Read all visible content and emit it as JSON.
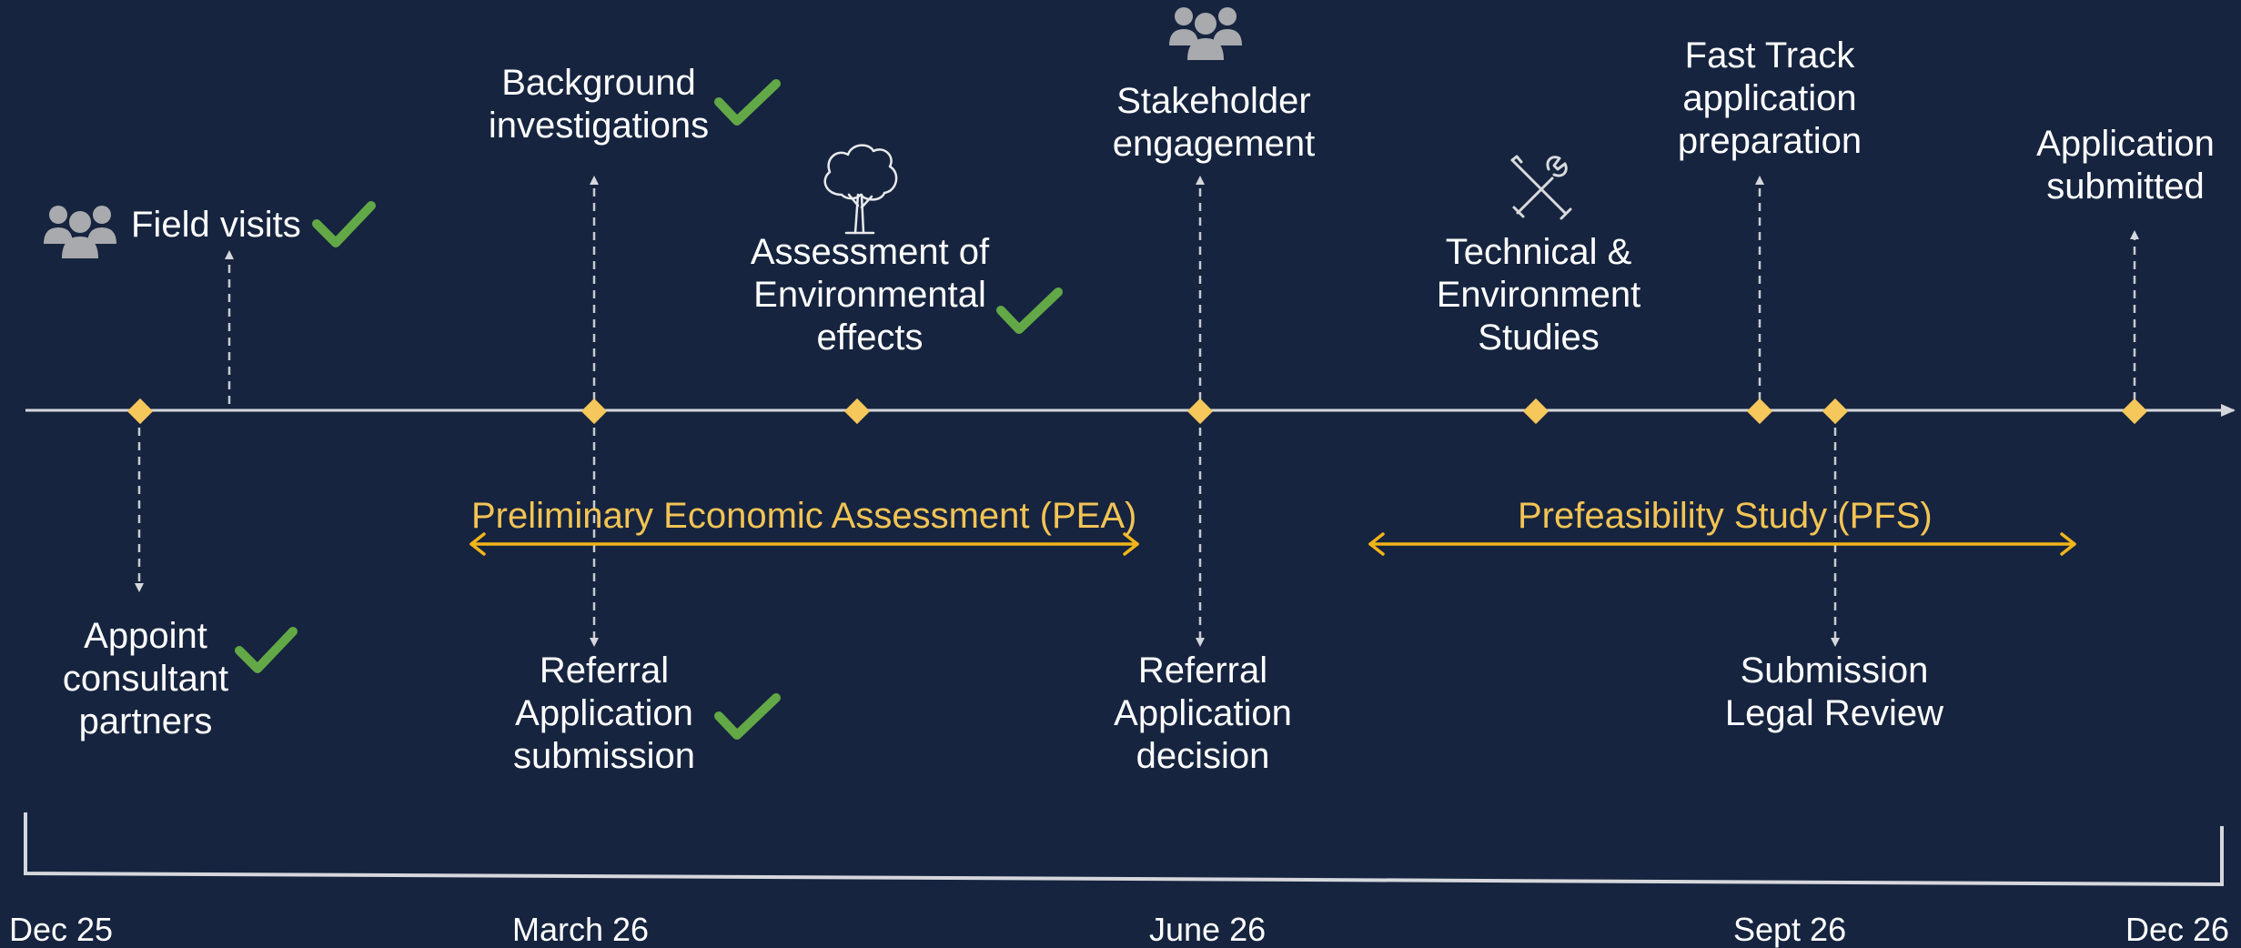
{
  "colors": {
    "background": "#16243f",
    "text": "#ffffff",
    "axis": "#d5d7dc",
    "milestone": "#f6c75a",
    "phase": "#f3c454",
    "phase_arrow": "#f2b51a",
    "check": "#63a846",
    "icon": "#a8aaad"
  },
  "milestones": {
    "field_visits": {
      "label": "Field visits",
      "done": true,
      "icon": "people-icon"
    },
    "appoint": {
      "lines": [
        "Appoint",
        "consultant",
        "partners"
      ],
      "done": true
    },
    "background": {
      "lines": [
        "Background",
        "investigations"
      ],
      "done": true
    },
    "referral_submission": {
      "lines": [
        "Referral",
        "Application",
        "submission"
      ],
      "done": true
    },
    "environmental": {
      "lines": [
        "Assessment of",
        "Environmental",
        "effects"
      ],
      "done": true,
      "icon": "tree-icon"
    },
    "stakeholder": {
      "lines": [
        "Stakeholder",
        "engagement"
      ],
      "icon": "people-icon"
    },
    "referral_decision": {
      "lines": [
        "Referral",
        "Application",
        "decision"
      ]
    },
    "technical": {
      "lines": [
        "Technical &",
        "Environment",
        "Studies"
      ],
      "icon": "tools-icon"
    },
    "fast_track": {
      "lines": [
        "Fast Track",
        "application",
        "preparation"
      ]
    },
    "legal_review": {
      "lines": [
        "Submission",
        "Legal Review"
      ]
    },
    "application": {
      "lines": [
        "Application",
        "submitted"
      ]
    }
  },
  "phases": {
    "pea": "Preliminary Economic Assessment (PEA)",
    "pfs": "Prefeasibility Study (PFS)"
  },
  "dates": [
    "Dec 25",
    "March 26",
    "June 26",
    "Sept 26",
    "Dec 26"
  ]
}
